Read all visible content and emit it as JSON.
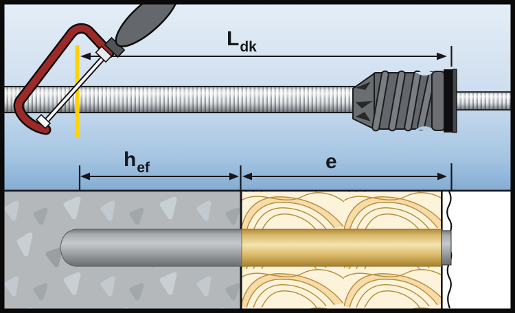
{
  "diagram": {
    "title": "insulation-anchor-installation-diagram",
    "labels": {
      "cut_length": {
        "base": "L",
        "sub": "dk"
      },
      "embedment": {
        "base": "h",
        "sub": "ef"
      },
      "offset": {
        "base": "e",
        "sub": ""
      }
    },
    "colors": {
      "sky_top": "#e4eef7",
      "sky_bottom": "#84acd2",
      "saw_red": "#9b2a28",
      "handle_gray": "#64676b",
      "mark_yellow": "#ffd303",
      "concrete_gray": "#b4b8bb",
      "insulation_cream": "#fcf3da",
      "insulation_line": "#b7903d",
      "rod_gold": "#d9ba6b",
      "anchor_gray": "#63666a",
      "plate_black": "#0e0e10",
      "dimension_black": "#17171b"
    }
  }
}
